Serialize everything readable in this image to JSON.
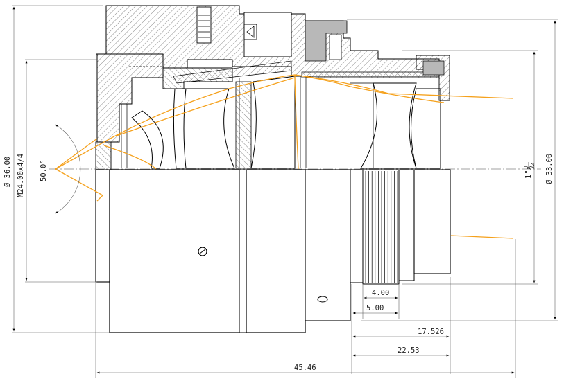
{
  "colors": {
    "ray": "#f5a11c",
    "line": "#000000",
    "hatch": "#555555",
    "background": "#ffffff"
  },
  "dimensions": {
    "outer_diameter": "Ø 36.00",
    "filter_thread": "M24.00x4/4",
    "field_angle": "50.0°",
    "mount_thread_main": "1\"x",
    "mount_thread_num": "1",
    "mount_thread_den": "32",
    "rear_diameter": "Ø 33.00",
    "thread_length": "4.00",
    "thread_relief": "5.00",
    "flange_distance": "17.526",
    "rear_length": "22.53",
    "total_length": "45.46"
  }
}
